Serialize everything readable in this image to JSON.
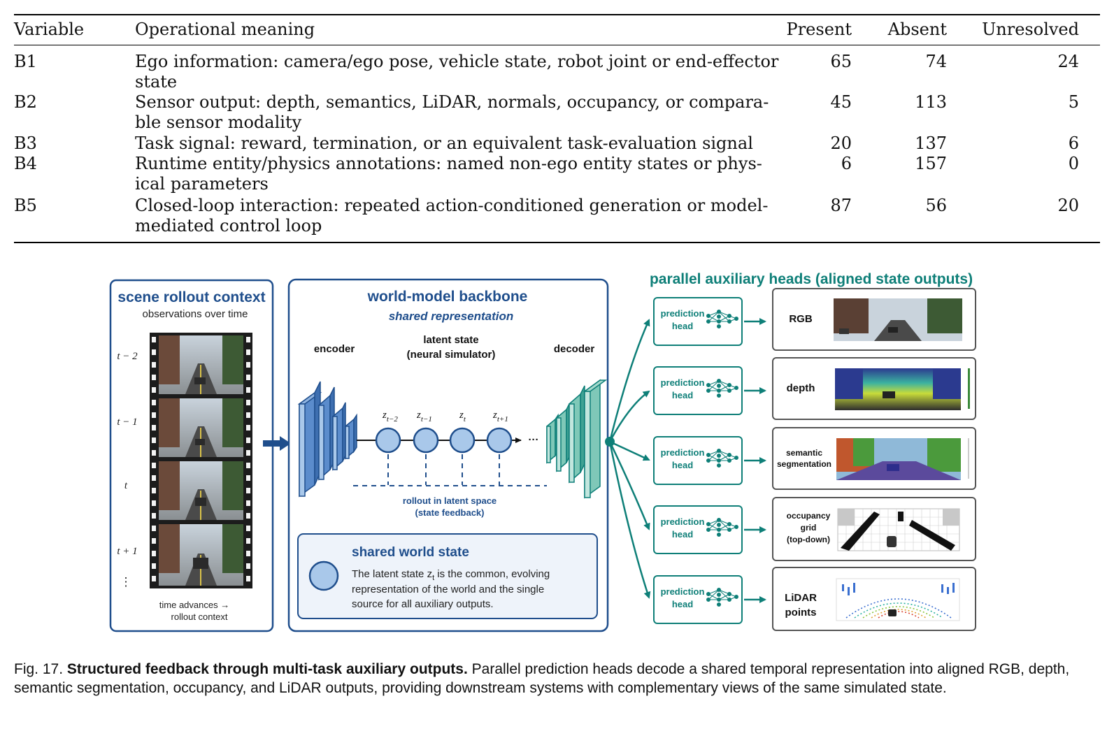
{
  "table": {
    "headers": [
      "Variable",
      "Operational meaning",
      "Present",
      "Absent",
      "Unresolved"
    ],
    "rows": [
      {
        "variable": "B1",
        "meaning_lines": [
          "Ego information: camera/ego pose, vehicle state, robot joint or end-effector",
          "state"
        ],
        "present": "65",
        "absent": "74",
        "unresolved": "24"
      },
      {
        "variable": "B2",
        "meaning_lines": [
          "Sensor output: depth, semantics, LiDAR, normals, occupancy, or compara-",
          "ble sensor modality"
        ],
        "present": "45",
        "absent": "113",
        "unresolved": "5"
      },
      {
        "variable": "B3",
        "meaning_lines": [
          "Task signal: reward, termination, or an equivalent task-evaluation signal"
        ],
        "present": "20",
        "absent": "137",
        "unresolved": "6"
      },
      {
        "variable": "B4",
        "meaning_lines": [
          "Runtime entity/physics annotations: named non-ego entity states or phys-",
          "ical parameters"
        ],
        "present": "6",
        "absent": "157",
        "unresolved": "0"
      },
      {
        "variable": "B5",
        "meaning_lines": [
          "Closed-loop interaction: repeated action-conditioned generation or model-",
          "mediated control loop"
        ],
        "present": "87",
        "absent": "56",
        "unresolved": "20"
      }
    ]
  },
  "figure": {
    "context_panel": {
      "title": "scene rollout context",
      "subtitle": "observations over time",
      "time_labels": [
        "t − 2",
        "t − 1",
        "t",
        "t + 1",
        "⋮"
      ],
      "footer_lines": [
        "time advances →",
        "rollout context"
      ]
    },
    "backbone": {
      "title": "world-model backbone",
      "subtitle": "shared representation",
      "encoder_label": "encoder",
      "decoder_label": "decoder",
      "latent_lines": [
        "latent state",
        "(neural simulator)"
      ],
      "latents": [
        {
          "base": "z",
          "sub": "t−2"
        },
        {
          "base": "z",
          "sub": "t−1"
        },
        {
          "base": "z",
          "sub": "t"
        },
        {
          "base": "z",
          "sub": "t+1"
        }
      ],
      "rollout_lines": [
        "rollout in latent space",
        "(state feedback)"
      ],
      "state_box": {
        "title": "shared world state",
        "text_lines": [
          "The latent state z",
          "representation of the world and the single",
          "source for all auxiliary outputs."
        ],
        "line1_suffix": " is the common, evolving",
        "line1_sub": "t"
      }
    },
    "heads": {
      "title": "parallel auxiliary heads (aligned state outputs)",
      "head_label_lines": [
        "prediction",
        "head"
      ],
      "outputs": [
        {
          "lines": [
            "RGB"
          ],
          "kind": "rgb"
        },
        {
          "lines": [
            "depth"
          ],
          "kind": "depth"
        },
        {
          "lines": [
            "semantic",
            "segmentation"
          ],
          "kind": "semantic"
        },
        {
          "lines": [
            "occupancy",
            "grid",
            "(top-down)"
          ],
          "kind": "occupancy"
        },
        {
          "lines": [
            "LiDAR",
            "points"
          ],
          "kind": "lidar"
        }
      ]
    },
    "colors": {
      "blue_dark": "#1f4e8c",
      "blue_light": "#a9c8ea",
      "teal": "#0e7f78",
      "teal_light": "#7fc8b8"
    }
  },
  "caption": {
    "label": "Fig. 17.",
    "bold": "Structured feedback through multi-task auxiliary outputs.",
    "text": "Parallel prediction heads decode a shared temporal representation into aligned RGB, depth, semantic segmentation, occupancy, and LiDAR outputs, providing downstream systems with complementary views of the same simulated state."
  }
}
